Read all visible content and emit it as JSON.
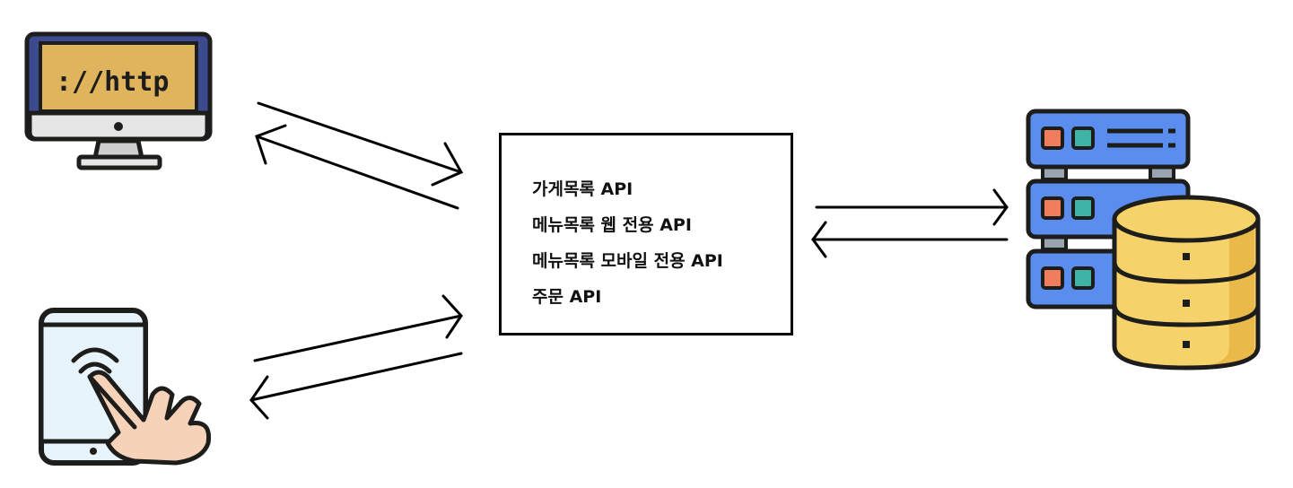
{
  "client_web": {
    "icon": "monitor-http-icon",
    "screen_text": "://http",
    "screen_color": "#e0b35d",
    "bezel_color": "#3d4a8f"
  },
  "client_mobile": {
    "icon": "tablet-touch-icon",
    "screen_color": "#e8f4fb",
    "hand_color": "#f6d2b8"
  },
  "api_gateway": {
    "items": [
      {
        "label": "가게목록 API"
      },
      {
        "label": "메뉴목록 웹 전용 API"
      },
      {
        "label": "메뉴목록 모바일 전용 API"
      },
      {
        "label": "주문 API"
      }
    ]
  },
  "backend": {
    "server_icon": "server-rack-icon",
    "database_icon": "database-icon",
    "server_color": "#5b8def",
    "database_color": "#f5d36a"
  },
  "connections": [
    {
      "from": "client_web",
      "to": "api_gateway",
      "direction": "request"
    },
    {
      "from": "api_gateway",
      "to": "client_web",
      "direction": "response"
    },
    {
      "from": "client_mobile",
      "to": "api_gateway",
      "direction": "request"
    },
    {
      "from": "api_gateway",
      "to": "client_mobile",
      "direction": "response"
    },
    {
      "from": "api_gateway",
      "to": "backend",
      "direction": "request"
    },
    {
      "from": "backend",
      "to": "api_gateway",
      "direction": "response"
    }
  ]
}
